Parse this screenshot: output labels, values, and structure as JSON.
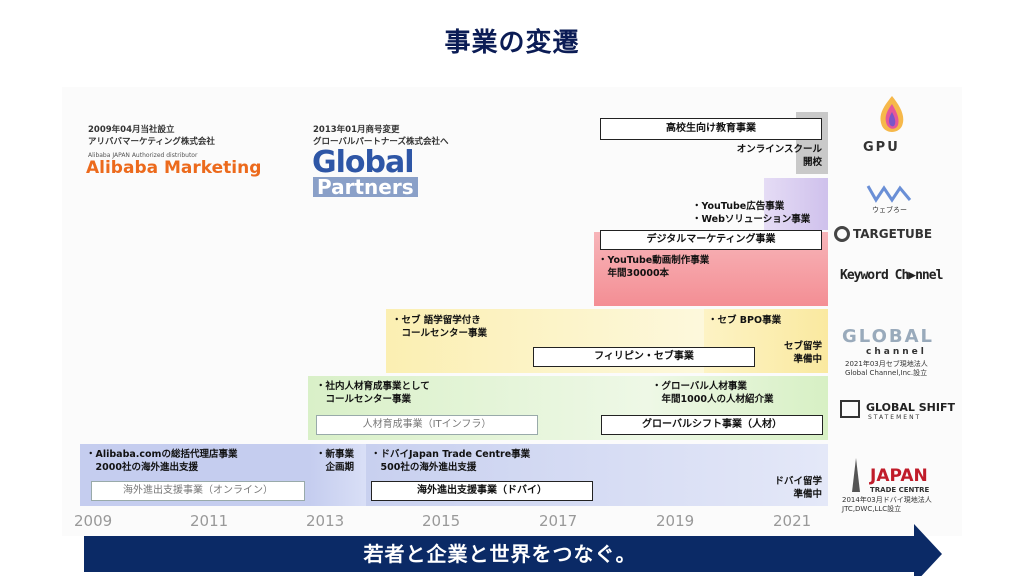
{
  "title": "事業の変遷",
  "slogan": "若者と企業と世界をつなぐ。",
  "header_notes": {
    "founding_date": "2009年04月当社設立",
    "founding_name": "アリババマーケティング株式会社",
    "alibaba_sub": "Alibaba JAPAN Authorized distributor",
    "alibaba_logo": "Alibaba Marketing",
    "rename_date": "2013年01月商号変更",
    "rename_name": "グローバルパートナーズ株式会社へ",
    "global_logo_1": "Global",
    "global_logo_2": "Partners"
  },
  "bands": {
    "alibaba_text": "・Alibaba.comの総括代理店事業\n　2000社の海外進出支援",
    "new_biz": "・新事業\n　企画期",
    "dubai_text": "・ドバイJapan Trade Centre事業\n　500社の海外進出支援",
    "dubai_right": "ドバイ留学\n準備中",
    "hr_text": "・社内人材育成事業として\n　コールセンター事業",
    "global_hr_text": "・グローバル人材事業\n　年間1000人の人材紹介業",
    "cebu_text": "・セブ 語学留学付き\n　コールセンター事業",
    "cebu_bpo": "・セブ BPO事業",
    "cebu_right": "セブ留学\n準備中",
    "youtube_text": "・YouTube動画制作事業\n　年間30000本",
    "web_text": "・YouTube広告事業\n・Webソリューション事業",
    "online_school": "オンラインスクール\n開校"
  },
  "boxes": {
    "online_support": "海外進出支援事業（オンライン）",
    "dubai_support": "海外進出支援事業（ドバイ）",
    "hr_dev": "人材育成事業（ITインフラ）",
    "global_shift": "グローバルシフト事業（人材）",
    "philippines": "フィリピン・セブ事業",
    "digital": "デジタルマーケティング事業",
    "highschool": "高校生向け教育事業"
  },
  "years": [
    "2009",
    "2011",
    "2013",
    "2015",
    "2017",
    "2019",
    "2021"
  ],
  "right_logos": {
    "gpu": "GPU",
    "webro": "ウェブろー",
    "targetube": "TARGETUBE",
    "keyword": "Keyword Ch▶nnel",
    "global_channel": "GLOBAL",
    "global_channel_sub": "channel",
    "global_channel_note": "2021年03月セブ現地法人\nGlobal Channel,Inc.設立",
    "global_shift": "GLOBAL SHIFT",
    "global_shift_sub": "STATEMENT",
    "japan": "JAPAN",
    "japan_sub": "TRADE CENTRE",
    "japan_note": "2014年03月ドバイ現地法人\nJTC,DWC,LLC設立"
  },
  "colors": {
    "navy": "#0b2a66",
    "title": "#0b1c55",
    "blue_band": "#c5cdef",
    "green_band": "#dff3d0",
    "yellow_band": "#fbf0b6",
    "red_band": "#f6a3a8",
    "purple_band": "#ddd2f2",
    "gray_band": "#c9c9c9",
    "alibaba_orange": "#ec6a1c",
    "global_blue": "#2e56a6"
  }
}
